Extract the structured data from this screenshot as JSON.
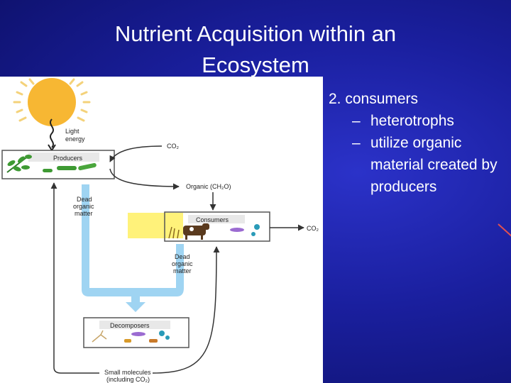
{
  "slide": {
    "title_line1": "Nutrient Acquisition within an",
    "title_line2": "Ecosystem",
    "bullet_main": "2. consumers",
    "sub_bullets": [
      {
        "dash": "–",
        "text": "heterotrophs"
      },
      {
        "dash": "–",
        "text": "utilize organic material created by producers"
      }
    ]
  },
  "diagram": {
    "light_energy": [
      "Light",
      "energy"
    ],
    "producers": "Producers",
    "co2_top": "CO₂",
    "organic": "Organic (CH₂O)",
    "dead_matter_left": [
      "Dead",
      "organic",
      "matter"
    ],
    "consumers": "Consumers",
    "co2_right": "CO₂",
    "dead_matter_mid": [
      "Dead",
      "organic",
      "matter"
    ],
    "decomposers": "Decomposers",
    "small_molecules": [
      "Small molecules",
      "(including CO₂)"
    ]
  },
  "colors": {
    "background": "#1a1f9e",
    "sun": "#f7b733",
    "arrow_blue": "#9fd4f2",
    "highlight": "#fff27a"
  }
}
